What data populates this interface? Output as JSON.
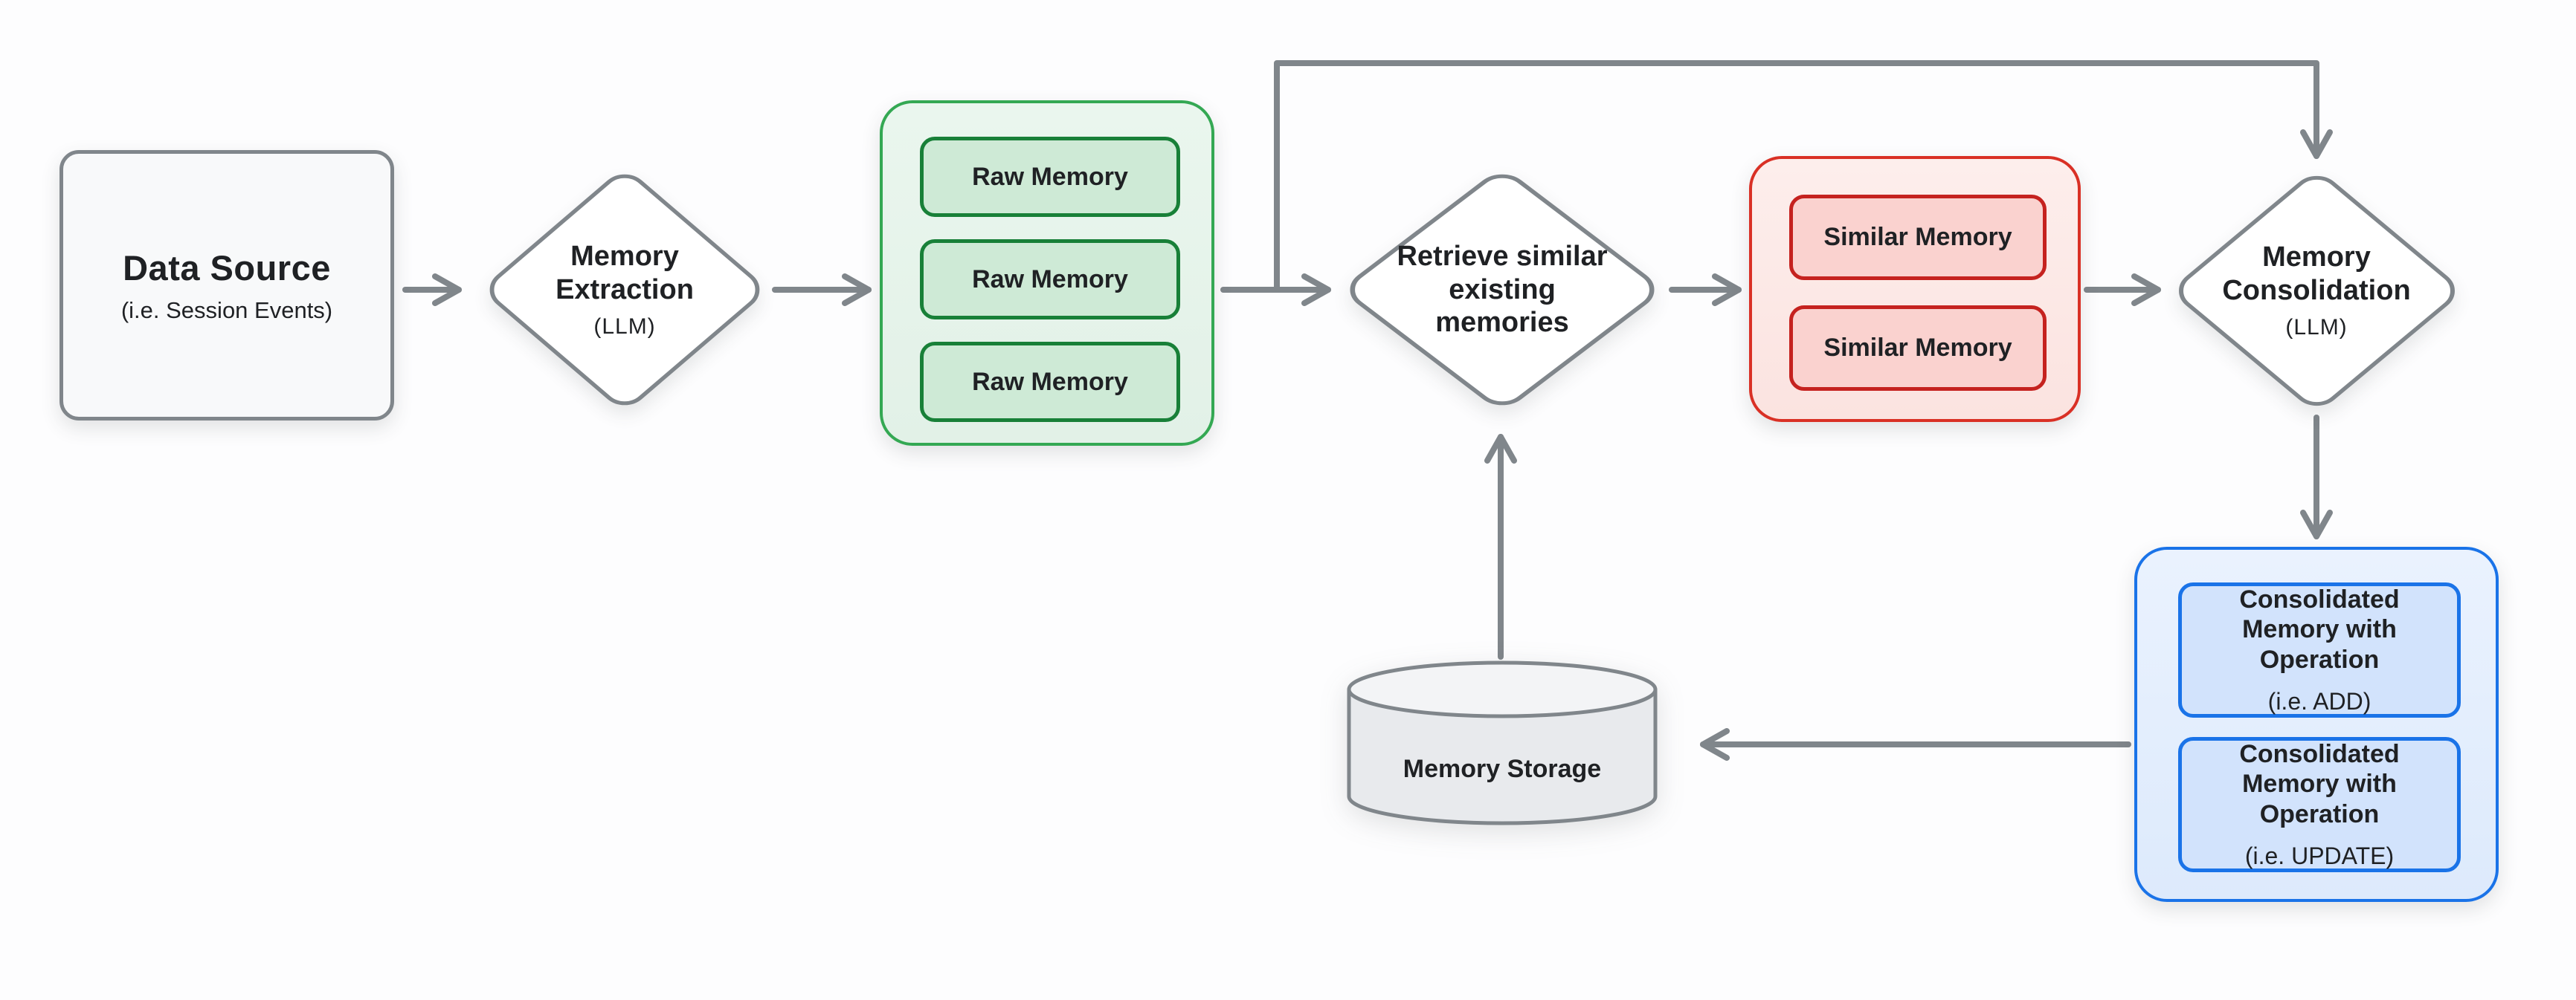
{
  "diagram": {
    "title_hint": "Memory extraction and consolidation pipeline",
    "background": "#fdfdfe",
    "connector_color": "#80868b",
    "text_color": "#1f2124",
    "nodes": {
      "data_source": {
        "title": "Data Source",
        "subtitle": "(i.e. Session Events)",
        "fill": "#f8f9fa",
        "border": "#80868b"
      },
      "memory_extraction": {
        "title": "Memory Extraction",
        "subtitle": "(LLM)",
        "shape": "diamond",
        "fill": "#ffffff",
        "border": "#80868b"
      },
      "raw_memory_group": {
        "fill": "#e6f4ea",
        "border": "#34a853",
        "item_fill": "#ceead6",
        "item_border": "#188038",
        "items": [
          "Raw Memory",
          "Raw Memory",
          "Raw Memory"
        ]
      },
      "retrieve_memories": {
        "title": "Retrieve similar existing memories",
        "shape": "diamond",
        "fill": "#ffffff",
        "border": "#80868b"
      },
      "similar_memory_group": {
        "fill": "#fce8e6",
        "border": "#d93025",
        "item_fill": "#fad2cf",
        "item_border": "#c5221f",
        "items": [
          "Similar Memory",
          "Similar Memory"
        ]
      },
      "memory_consolidation": {
        "title": "Memory Consolidation",
        "subtitle": "(LLM)",
        "shape": "diamond",
        "fill": "#ffffff",
        "border": "#80868b"
      },
      "consolidated_memory_group": {
        "fill": "#e8f0fe",
        "border": "#1a73e8",
        "item_fill": "#d2e3fc",
        "item_border": "#1a73e8",
        "items": [
          {
            "title": "Consolidated Memory with Operation",
            "subtitle": "(i.e. ADD)"
          },
          {
            "title": "Consolidated Memory with Operation",
            "subtitle": "(i.e. UPDATE)"
          }
        ]
      },
      "memory_storage": {
        "title": "Memory Storage",
        "shape": "cylinder",
        "fill": "#e8eaed",
        "border": "#80868b"
      }
    },
    "edges": [
      "data_source -> memory_extraction",
      "memory_extraction -> raw_memory_group",
      "raw_memory_group -> retrieve_memories",
      "raw_memory_group -> memory_consolidation (feedback over top)",
      "retrieve_memories -> similar_memory_group",
      "similar_memory_group -> memory_consolidation",
      "memory_consolidation -> consolidated_memory_group",
      "consolidated_memory_group -> memory_storage",
      "memory_storage -> retrieve_memories"
    ]
  }
}
